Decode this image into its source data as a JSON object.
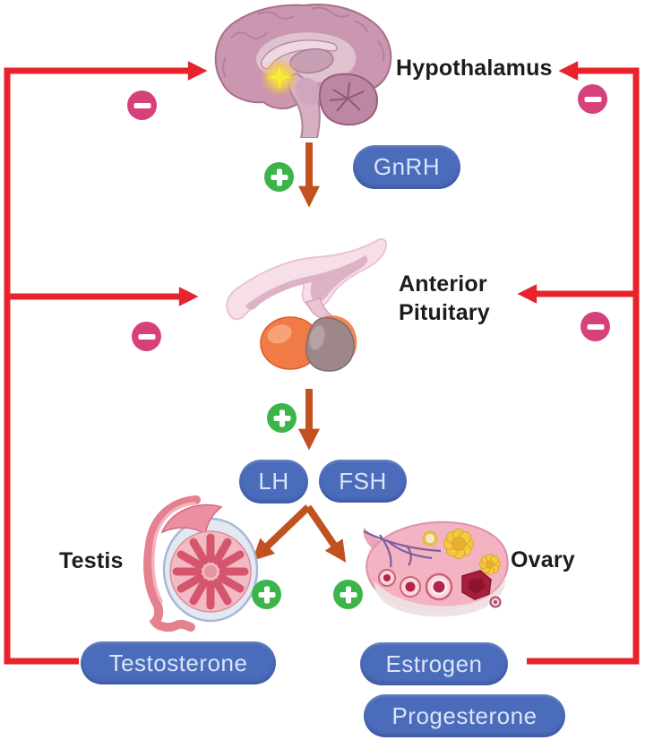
{
  "labels": {
    "hypothalamus": "Hypothalamus",
    "anterior_pituitary": {
      "line1": "Anterior",
      "line2": "Pituitary"
    },
    "testis": "Testis",
    "ovary": "Ovary"
  },
  "badges": {
    "gnrh": "GnRH",
    "lh": "LH",
    "fsh": "FSH",
    "testosterone": "Testosterone",
    "estrogen": "Estrogen",
    "progesterone": "Progesterone"
  },
  "signs": {
    "plus": "+",
    "minus": "−"
  },
  "icons": {
    "minus_icon": "negative feedback (inhibition)",
    "plus_icon": "positive stimulation"
  },
  "colors": {
    "badge_blue": "#4b6cbb",
    "badge_text": "#dbe5f7",
    "feedback_red": "#e8232c",
    "stimulatory_orange": "#c1521f",
    "inhibit_pink": "#d6417b",
    "stimulate_green": "#3bb54a",
    "background": "#ffffff"
  }
}
